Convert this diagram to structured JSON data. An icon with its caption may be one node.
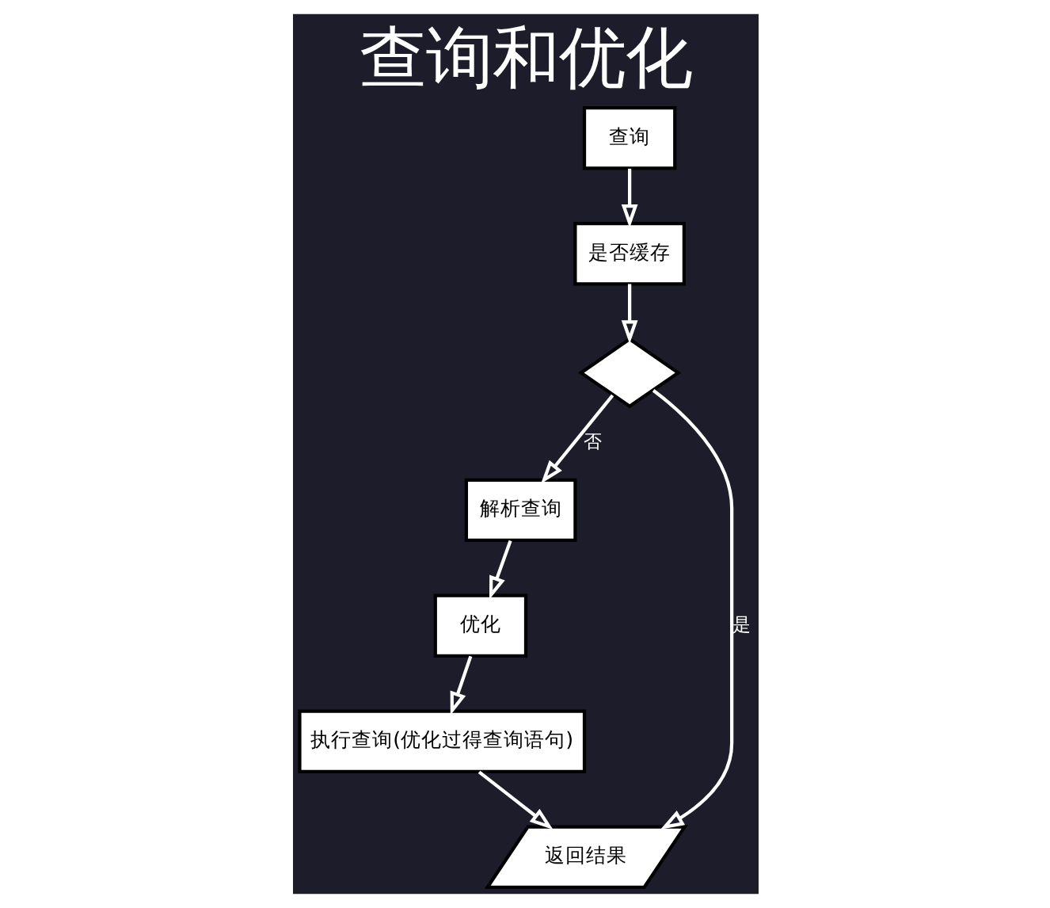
{
  "diagram": {
    "title": "查询和优化",
    "nodes": [
      {
        "text": [
          "查询"
        ]
      },
      {
        "text": [
          "是否缓存"
        ]
      },
      {
        "text": [],
        "shape": "diamond"
      },
      {
        "text": [
          "解析查询"
        ]
      },
      {
        "text": [
          "优化"
        ]
      },
      {
        "text": [
          "执行查询(优化过得查询语句)"
        ]
      },
      {
        "text": [
          "返回结果"
        ]
      }
    ],
    "edges": [
      {
        "from": 0,
        "to": 1,
        "arrow": "to"
      },
      {
        "from": 1,
        "to": 2,
        "arrow": "to"
      },
      {
        "from": 2,
        "to": 3,
        "arrow": "to",
        "label": "否"
      },
      {
        "from": 2,
        "to": 6,
        "arrow": "to",
        "label": "是"
      },
      {
        "from": 3,
        "to": 4,
        "arrow": "to"
      },
      {
        "from": 4,
        "to": 5,
        "arrow": "to"
      },
      {
        "from": 5,
        "to": 6,
        "arrow": "to"
      }
    ]
  }
}
